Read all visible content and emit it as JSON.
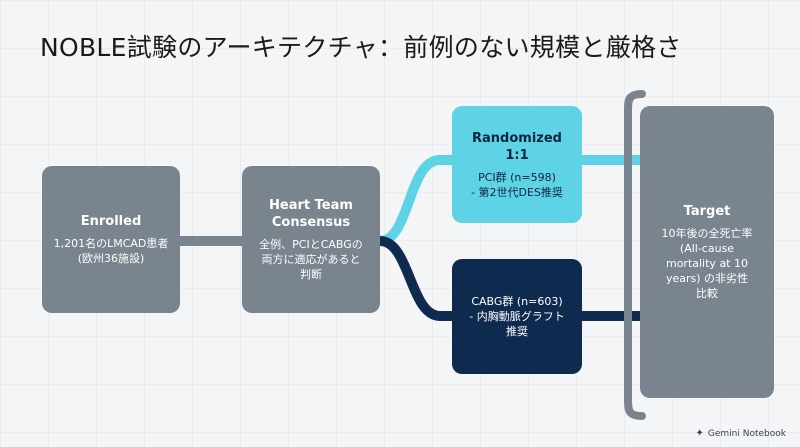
{
  "title": "NOBLE試験のアーキテクチャ：前例のない規模と厳格さ",
  "nodes": {
    "enrolled": {
      "head": "Enrolled",
      "body": "1,201名のLMCAD患者\n(欧州36施設)"
    },
    "heart_team": {
      "head": "Heart Team\nConsensus",
      "body": "全例、PCIとCABGの\n両方に適応があると\n判断"
    },
    "randomized": {
      "head": "Randomized 1:1",
      "body": "PCI群 (n=598)\n- 第2世代DES推奨"
    },
    "cabg": {
      "head": "",
      "body": "CABG群 (n=603)\n- 内胸動脈グラフト\n推奨"
    },
    "target": {
      "head": "Target",
      "body": "10年後の全死亡率\n(All-cause\nmortality at 10\nyears) の非劣性\n比較"
    }
  },
  "footer": {
    "icon": "sparkle-icon",
    "label": "Gemini Notebook"
  },
  "colors": {
    "gray": "#7a848e",
    "cyan": "#5fd3e6",
    "navy": "#0f2a4f"
  }
}
